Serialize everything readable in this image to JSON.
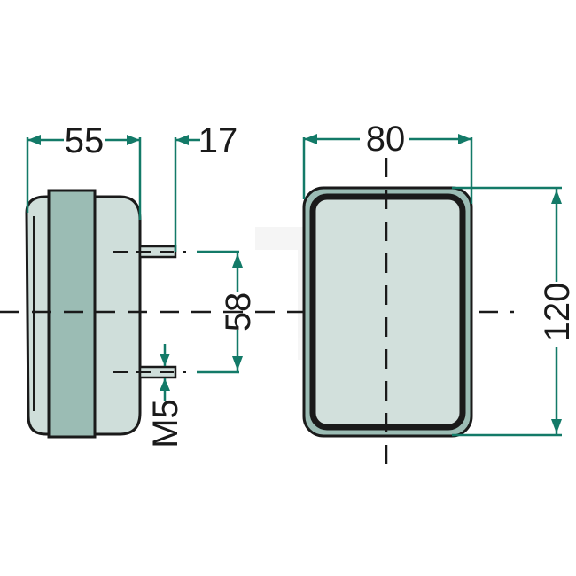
{
  "drawing": {
    "subject": "rectangular rear lamp technical dimension drawing",
    "colors": {
      "dimension_line": "#137a68",
      "outline": "#1a1a1a",
      "housing_fill": "#cfdeda",
      "band_fill": "#9bbcb4",
      "lens_fill": "#d2e0dc",
      "watermark": "#eeeeee"
    },
    "side_view": {
      "dimensions": {
        "depth": "55",
        "stud_length": "17",
        "stud_spacing": "58",
        "stud_thread": "M5"
      }
    },
    "front_view": {
      "dimensions": {
        "width": "80",
        "height": "120"
      }
    }
  }
}
